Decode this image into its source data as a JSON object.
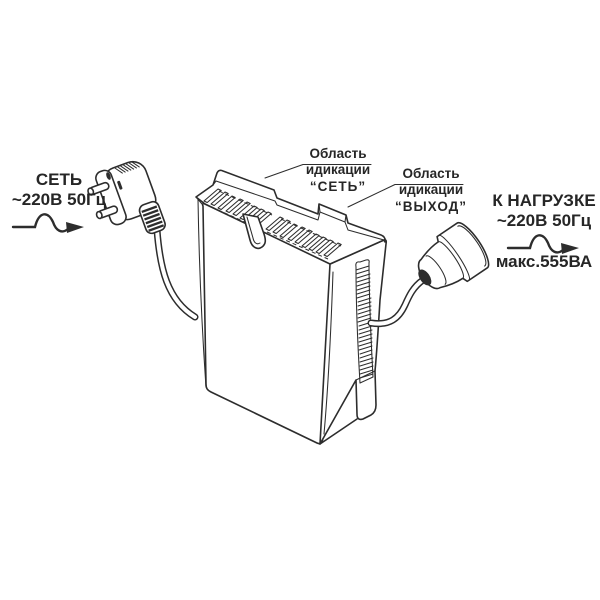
{
  "colors": {
    "background": "#ffffff",
    "line": "#2d2d2d",
    "text": "#262626"
  },
  "labels": {
    "input": {
      "title": "СЕТЬ",
      "spec": "~220В 50Гц"
    },
    "output": {
      "title": "К НАГРУЗКЕ",
      "spec": "~220В 50Гц",
      "max_power": "макс.555ВА"
    },
    "callout_net": {
      "line1": "Область",
      "line2": "идикации",
      "line3": "“СЕТЬ”"
    },
    "callout_out": {
      "line1": "Область",
      "line2": "идикации",
      "line3": "“ВЫХОД”"
    }
  },
  "icons": {
    "sine_wave_arrow": "sine-wave-arrow (∿→), AC mains symbol"
  }
}
